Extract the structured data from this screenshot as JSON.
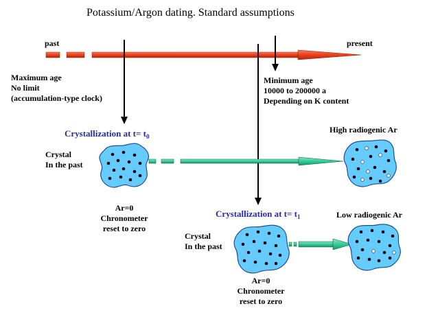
{
  "title": "Potassium/Argon dating.   Standard assumptions",
  "timeline": {
    "past_label": "past",
    "present_label": "present"
  },
  "max_age": {
    "line1": "Maximum age",
    "line2": "No limit",
    "line3": "(accumulation-type clock)"
  },
  "min_age": {
    "line1": "Minimum age",
    "line2": "10000 to 200000 a",
    "line3": "Depending on K content"
  },
  "crystallization_t0": {
    "label": "Crystallization at t= t",
    "subscript": "0"
  },
  "crystallization_t1": {
    "label": "Crystallization at t= t",
    "subscript": "1"
  },
  "crystal_past_top": {
    "line1": "Crystal",
    "line2": "In the past"
  },
  "crystal_past_bottom": {
    "line1": "Crystal",
    "line2": "In the past"
  },
  "high_radiogenic": "High radiogenic Ar",
  "low_radiogenic": "Low radiogenic Ar",
  "reset_top": {
    "line1": "Ar=0",
    "line2": "Chronometer",
    "line3": "reset to zero"
  },
  "reset_bottom": {
    "line1": "Ar=0",
    "line2": "Chronometer",
    "line3": "reset to zero"
  },
  "colors": {
    "timeline_arrow": "#e8401c",
    "crystal_fill": "#66ccff",
    "green_arrow": "#33cc99",
    "title_blue": "#2a2aa8"
  }
}
